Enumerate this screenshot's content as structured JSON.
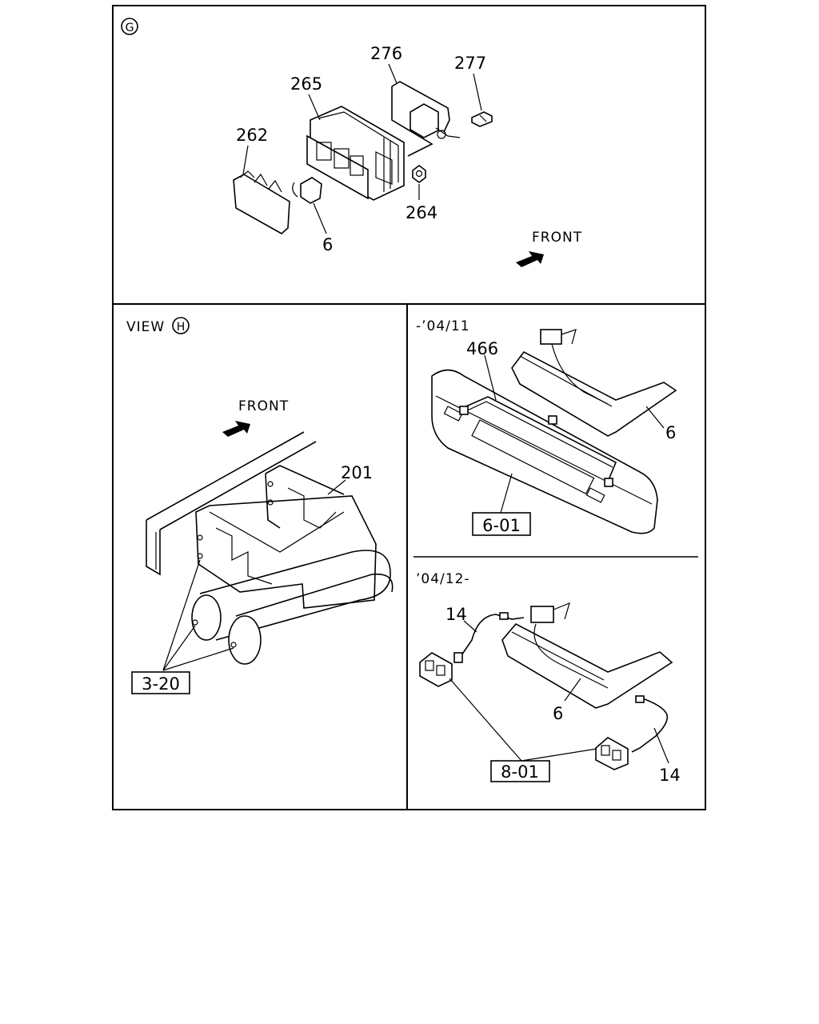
{
  "panel_g": {
    "view_marker": "G",
    "labels": {
      "p276": "276",
      "p277": "277",
      "p265": "265",
      "p262": "262",
      "p264": "264",
      "p6": "6"
    },
    "front": "FRONT"
  },
  "panel_h": {
    "view_prefix": "VIEW",
    "view_marker": "H",
    "front": "FRONT",
    "labels": {
      "p201": "201"
    },
    "ref_box": "3-20"
  },
  "panel_upper_right": {
    "date_range": "-’04/11",
    "labels": {
      "p466": "466",
      "p6": "6"
    },
    "ref_box": "6-01"
  },
  "panel_lower_right": {
    "date_range": "’04/12-",
    "labels": {
      "p14_top": "14",
      "p6": "6",
      "p14_bottom": "14"
    },
    "ref_box": "8-01"
  }
}
